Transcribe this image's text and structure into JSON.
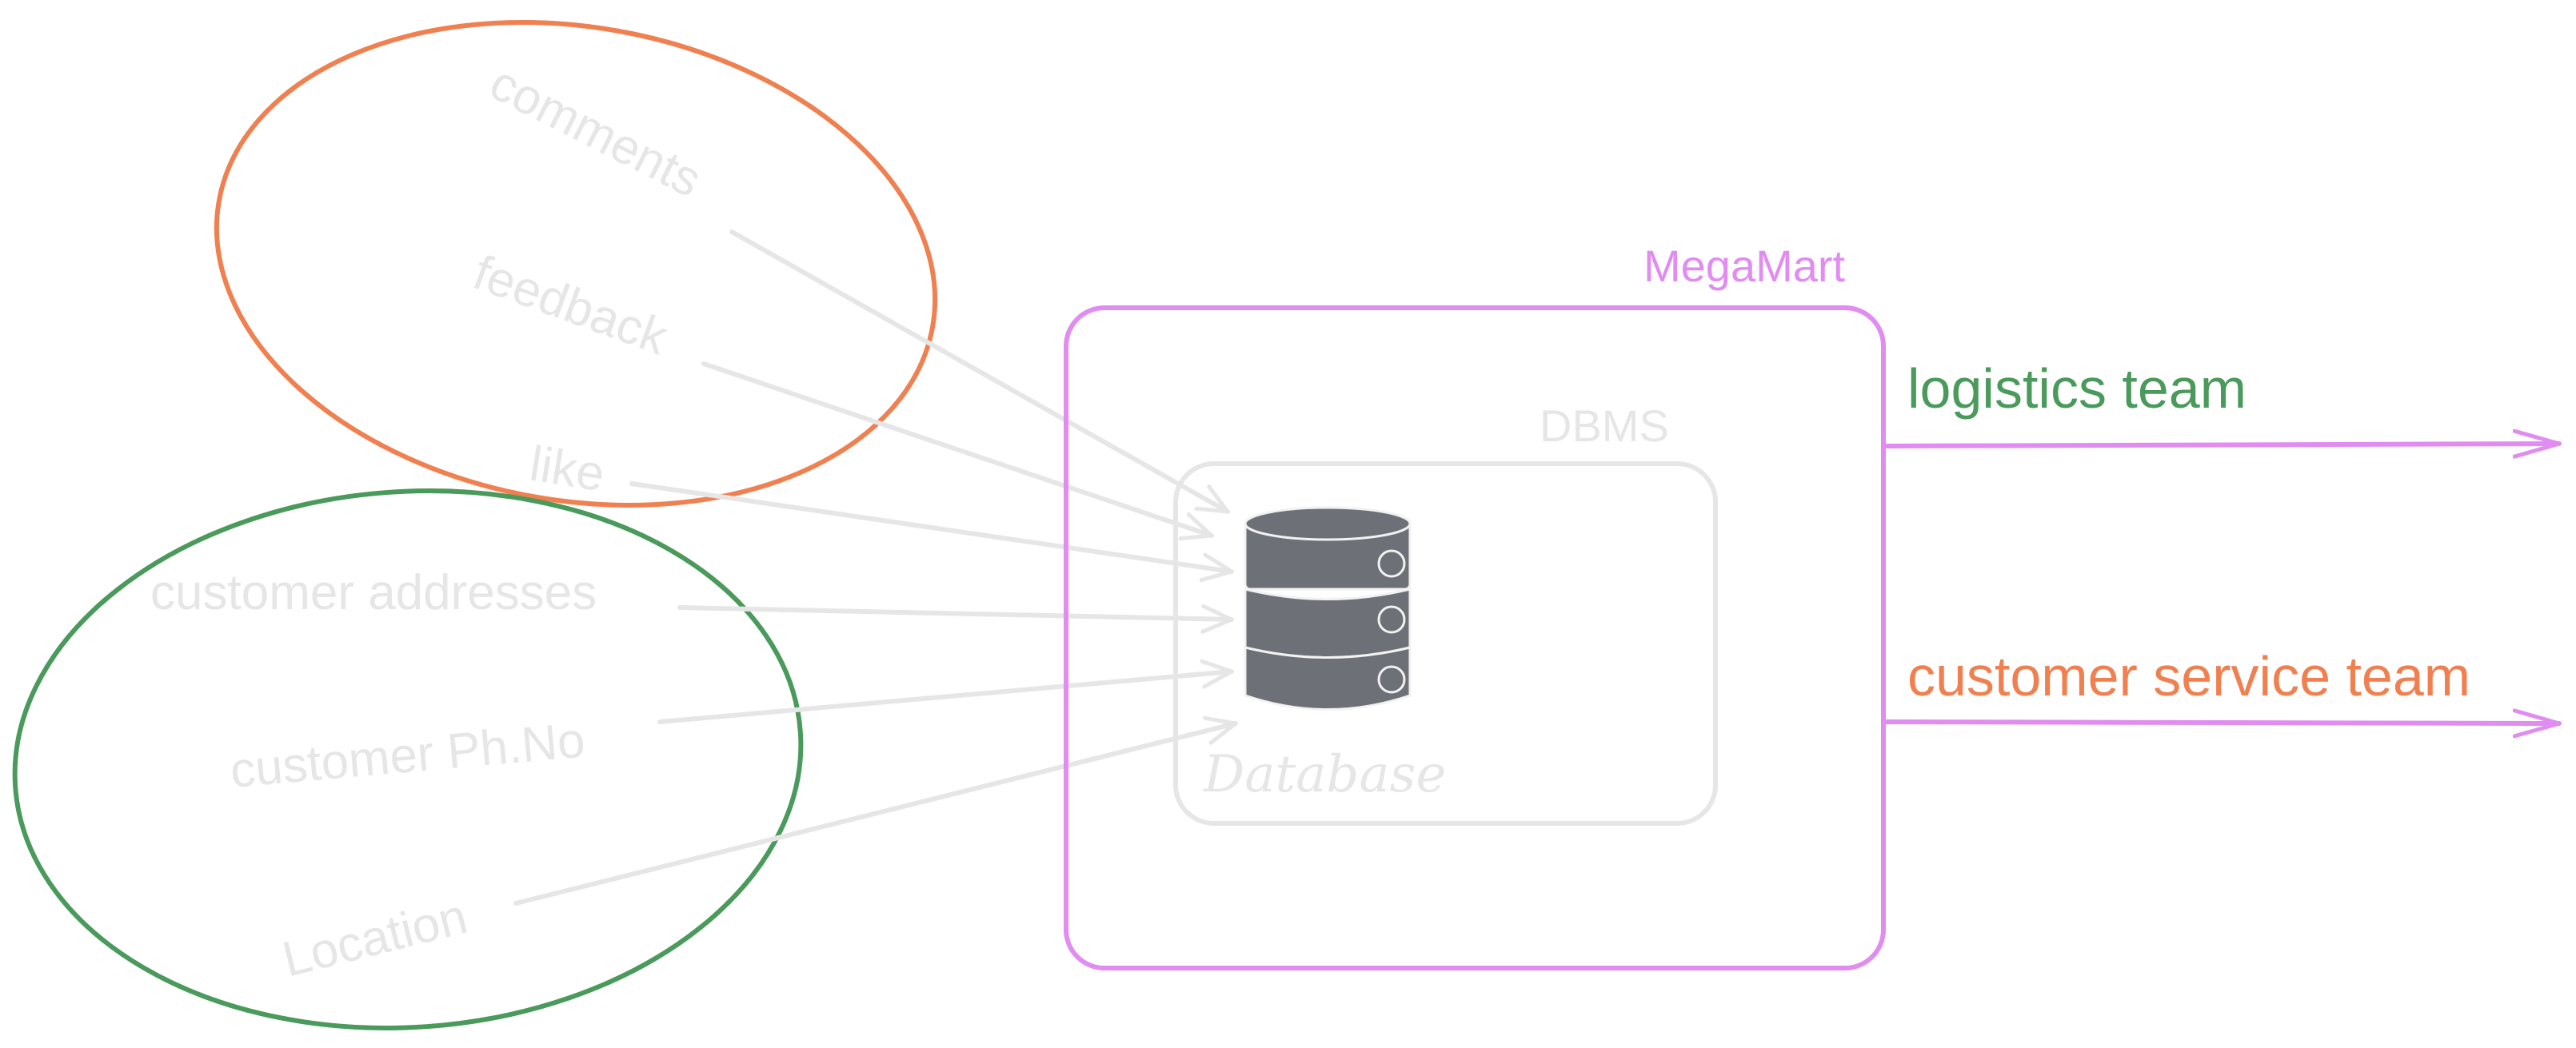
{
  "colors": {
    "orange": "#f08050",
    "green": "#4a9a5c",
    "violet": "#e08cf0",
    "light_gray": "#e6e6e6",
    "db_fill": "#6d7076",
    "background": "#ffffff"
  },
  "inputs": {
    "comments": "comments",
    "feedback": "feedback",
    "like": "like",
    "customer_addresses": "customer addresses",
    "customer_phone": "customer Ph.No",
    "location": "Location"
  },
  "system": {
    "company": "MegaMart",
    "dbms": "DBMS",
    "database": "Database",
    "database_icon": "database-icon"
  },
  "outputs": {
    "logistics": "logistics team",
    "customer_service": "customer service team"
  }
}
